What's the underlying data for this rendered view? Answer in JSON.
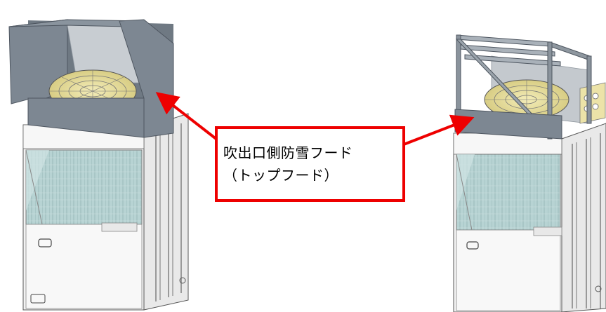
{
  "callout": {
    "line1": "吹出口側防雪フード",
    "line2": "（トップフード）"
  },
  "colors": {
    "callout_red": "#ee0000",
    "hood_grey": "#7d8792",
    "body_white": "#f4f4f4",
    "coil_teal": "#a9c9c9",
    "fan_yellow": "#e6dc9a"
  },
  "icons": [
    "solid-snow-hood",
    "frame-snow-hood",
    "fan-guard",
    "heat-exchanger-coil"
  ]
}
